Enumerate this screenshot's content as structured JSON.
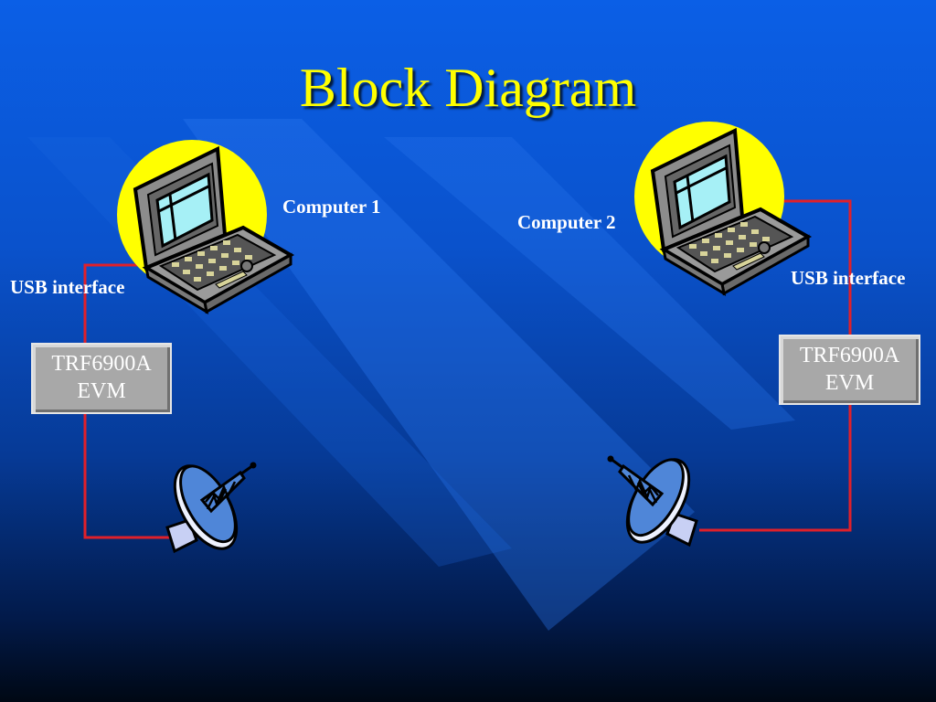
{
  "title": "Block Diagram",
  "computer1": {
    "label": "Computer 1",
    "interface_label": "USB interface",
    "evm_line1": "TRF6900A",
    "evm_line2": "EVM"
  },
  "computer2": {
    "label": "Computer 2",
    "interface_label": "USB interface",
    "evm_line1": "TRF6900A",
    "evm_line2": "EVM"
  },
  "colors": {
    "title": "#ffff00",
    "link": "#e0202a",
    "highlight": "#ffff00"
  }
}
